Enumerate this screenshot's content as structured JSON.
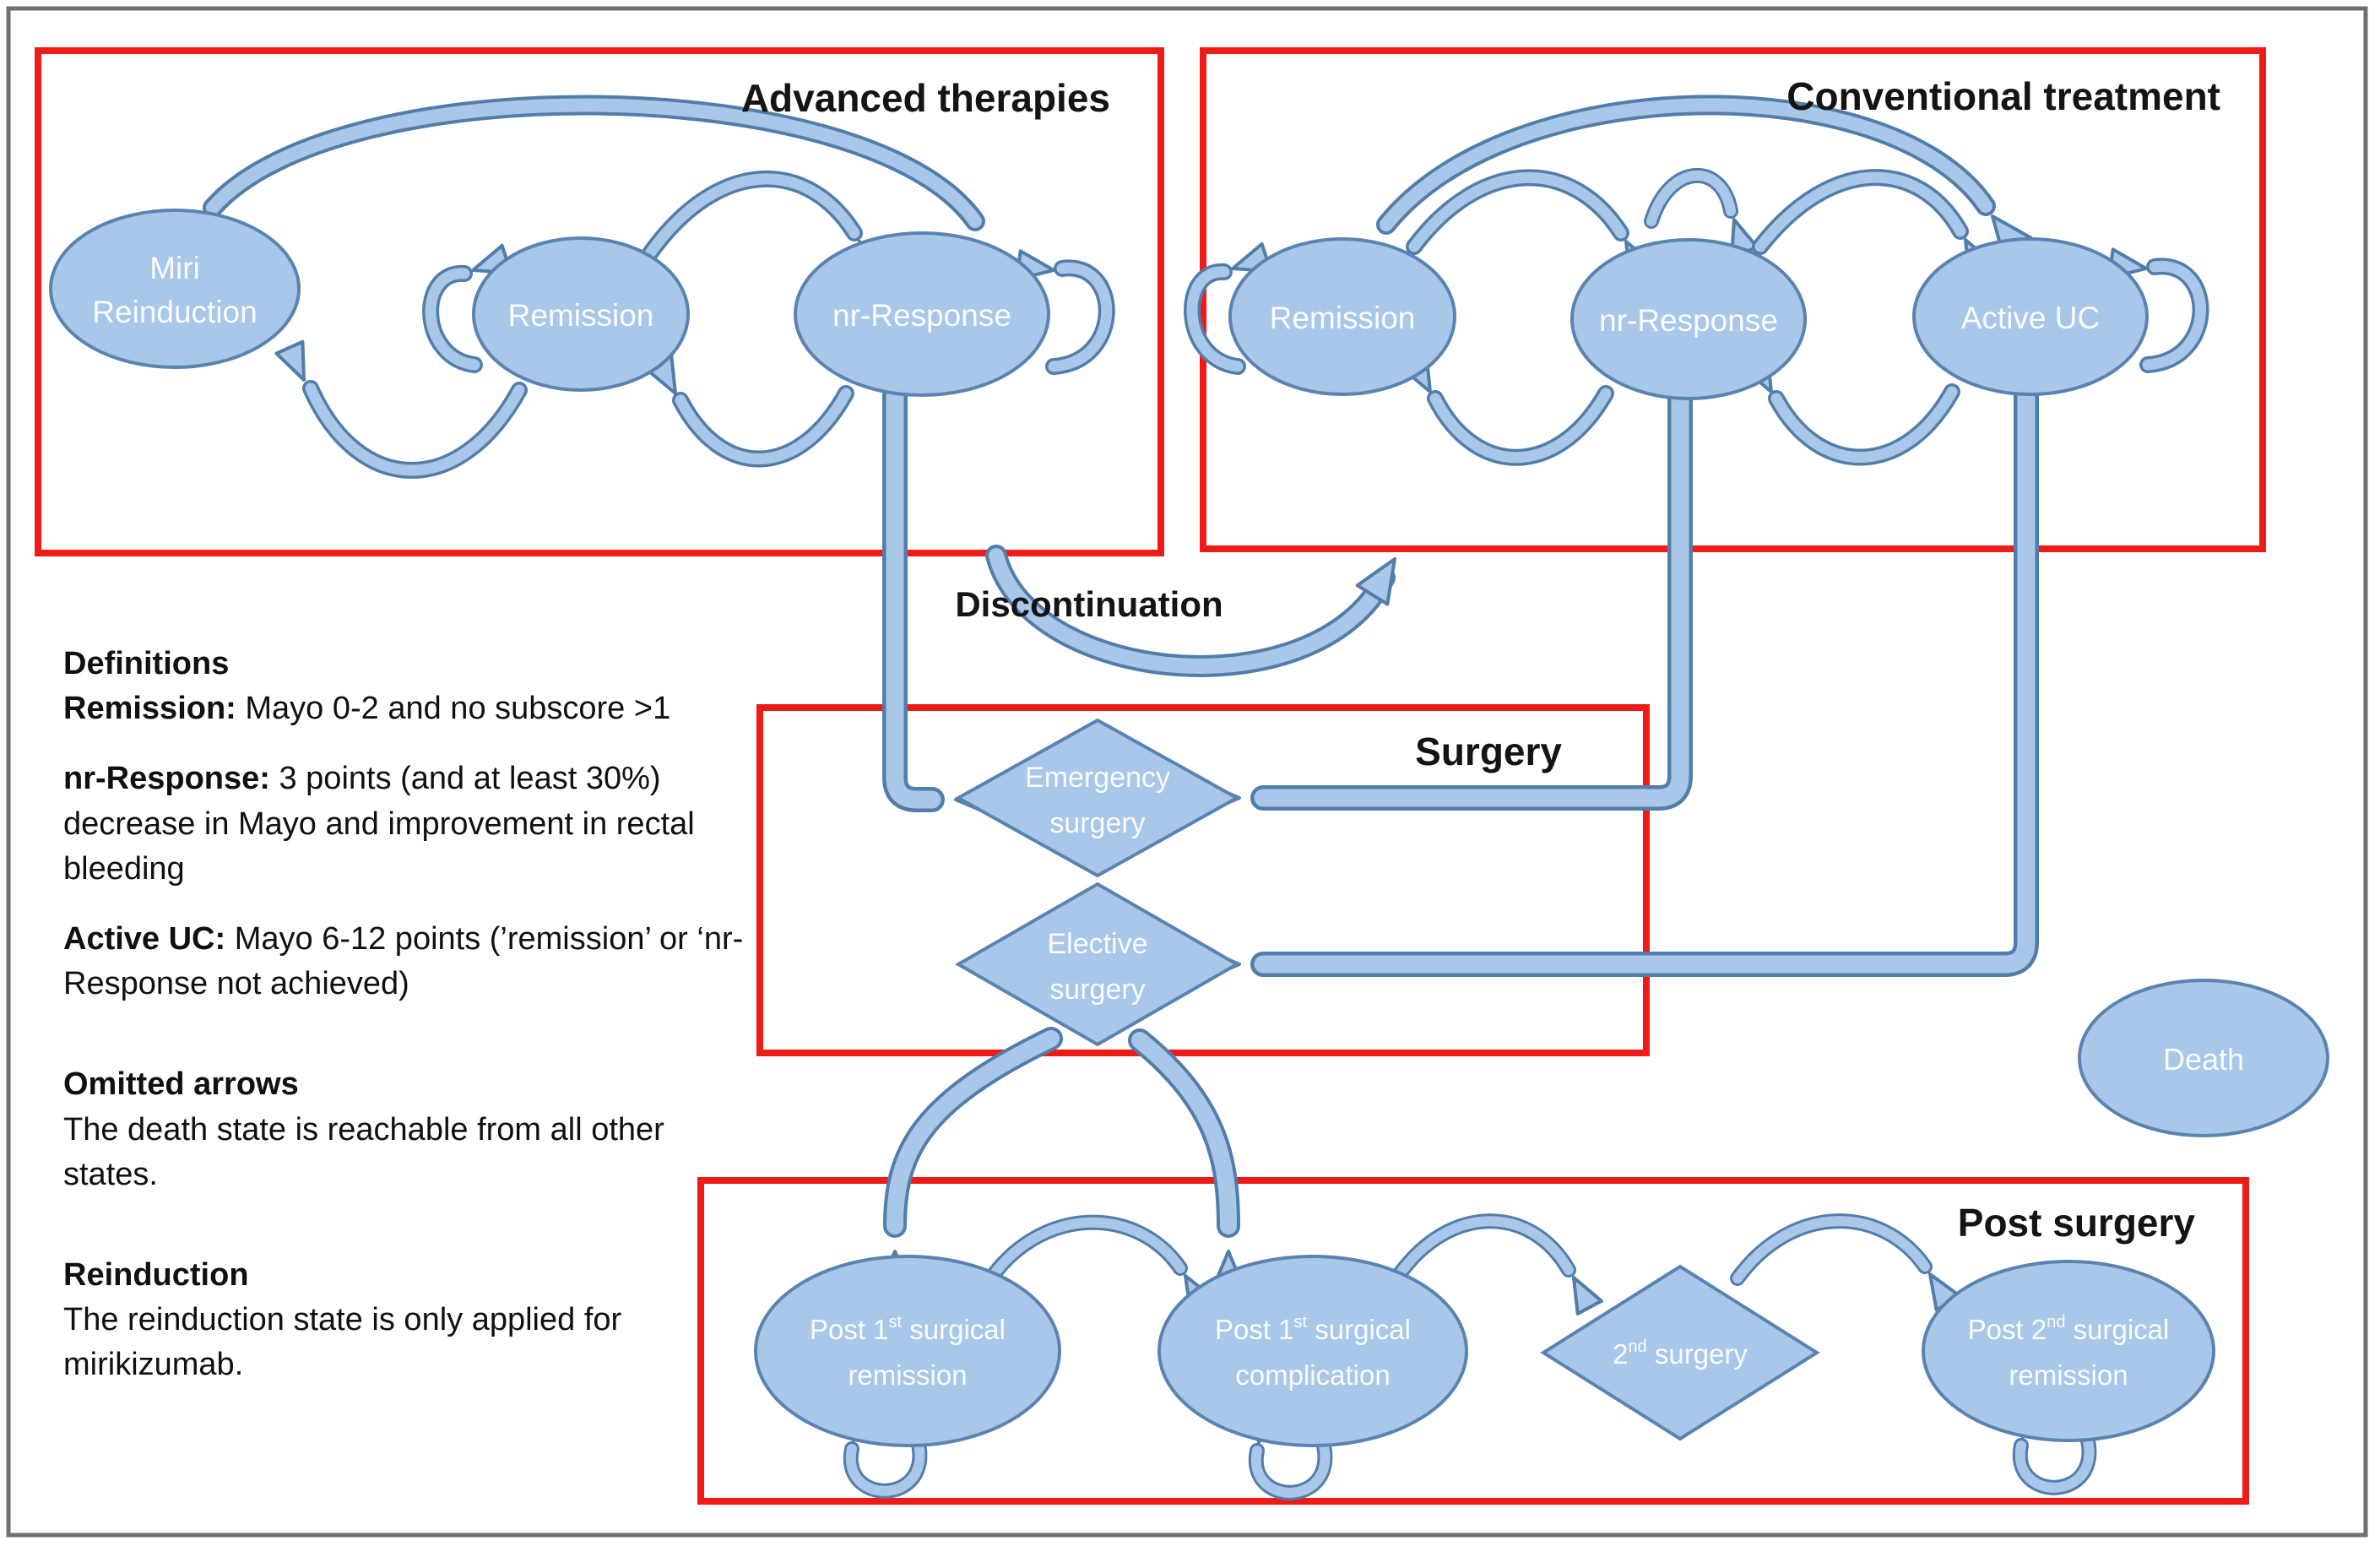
{
  "figure": {
    "boxes": {
      "advanced": {
        "title": "Advanced therapies"
      },
      "conventional": {
        "title": "Conventional treatment"
      },
      "surgery": {
        "title": "Surgery"
      },
      "post_surgery": {
        "title": "Post surgery"
      }
    },
    "states": {
      "miri_reinduction": {
        "line1": "Miri",
        "line2": "Reinduction"
      },
      "adv_remission": {
        "label": "Remission"
      },
      "adv_nr_response": {
        "label": "nr-Response"
      },
      "conv_remission": {
        "label": "Remission"
      },
      "conv_nr_response": {
        "label": "nr-Response"
      },
      "active_uc": {
        "label": "Active UC"
      },
      "emergency_surgery": {
        "line1": "Emergency",
        "line2": "surgery"
      },
      "elective_surgery": {
        "line1": "Elective",
        "line2": "surgery"
      },
      "post1_remission": {
        "pre": "Post 1",
        "sup": "st",
        "post": " surgical",
        "line2": "remission"
      },
      "post1_complication": {
        "pre": "Post 1",
        "sup": "st",
        "post": " surgical",
        "line2": "complication"
      },
      "second_surgery": {
        "pre": "2",
        "sup": "nd",
        "post": " surgery"
      },
      "post2_remission": {
        "pre": "Post 2",
        "sup": "nd",
        "post": " surgical",
        "line2": "remission"
      },
      "death": {
        "label": "Death"
      }
    },
    "labels": {
      "discontinuation": "Discontinuation"
    },
    "notes": {
      "definitions_title": "Definitions",
      "remission_lead": "Remission:",
      "remission_text": " Mayo 0-2 and no subscore >1",
      "nr_lead": "nr-Response:",
      "nr_text": " 3 points (and at least 30%) decrease in Mayo and improvement in rectal bleeding",
      "active_lead": "Active UC:",
      "active_text": " Mayo 6-12 points (’remission’ or ‘nr-Response not achieved)",
      "omitted_title": "Omitted arrows",
      "omitted_text": "The death state is reachable from all other states.",
      "reinduction_title": "Reinduction",
      "reinduction_text": "The reinduction state is only applied for mirikizumab."
    },
    "colors": {
      "box_red": "#ee1b17",
      "shape_fill": "#a9c7e9",
      "shape_stroke": "#5a83b0",
      "arrow_stroke": "#527da9",
      "state_text": "#ffffff",
      "title_text": "#141414",
      "outer_frame": "#6e6f71"
    }
  }
}
